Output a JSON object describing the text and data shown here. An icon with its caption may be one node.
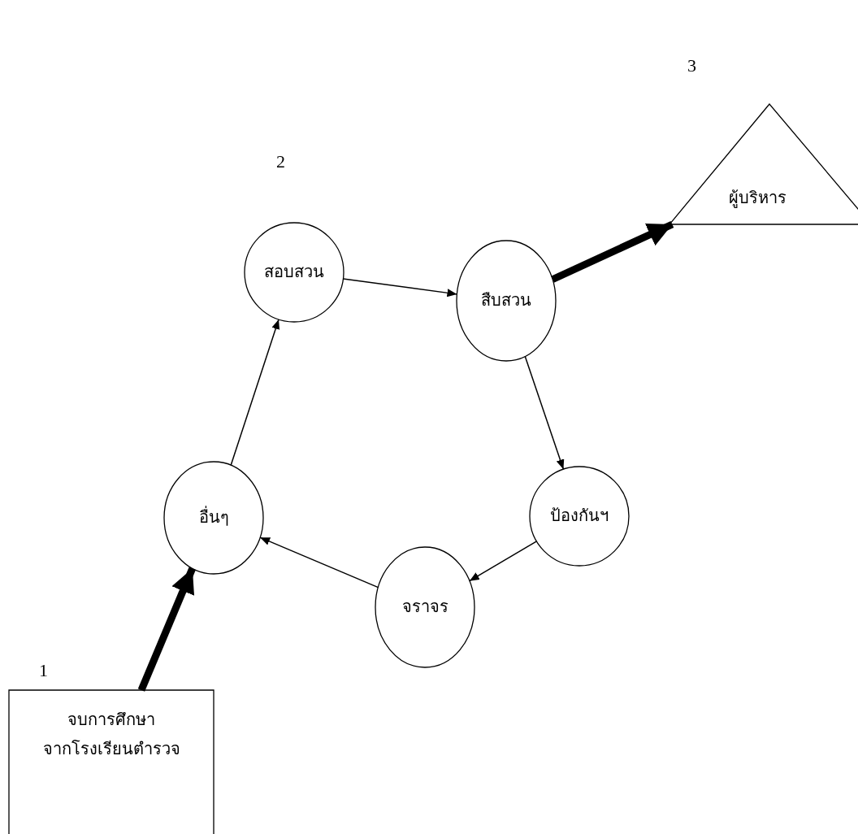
{
  "diagram": {
    "nodes": [
      {
        "text": [
          "ผู้บริหาร"
        ]
      },
      {
        "text": [
          "สอบสวน"
        ]
      },
      {
        "text": [
          "สืบสวน"
        ]
      },
      {
        "text": [
          "ป้องกันฯ"
        ]
      },
      {
        "text": [
          "อื่นๆ"
        ]
      },
      {
        "text": [
          "จราจร"
        ]
      },
      {
        "text": [
          "จบการศึกษา",
          "จากโรงเรียนตำรวจ"
        ]
      }
    ],
    "edges": [
      {
        "from": 6,
        "to": 4,
        "arrow": "to",
        "style": "thick"
      },
      {
        "from": 4,
        "to": 1,
        "arrow": "to"
      },
      {
        "from": 1,
        "to": 2,
        "arrow": "to"
      },
      {
        "from": 2,
        "to": 0,
        "arrow": "to",
        "style": "thick"
      },
      {
        "from": 2,
        "to": 3,
        "arrow": "to"
      },
      {
        "from": 3,
        "to": 5,
        "arrow": "to"
      },
      {
        "from": 5,
        "to": 4,
        "arrow": "to"
      }
    ],
    "labels": [
      "3",
      "2",
      "1"
    ]
  }
}
